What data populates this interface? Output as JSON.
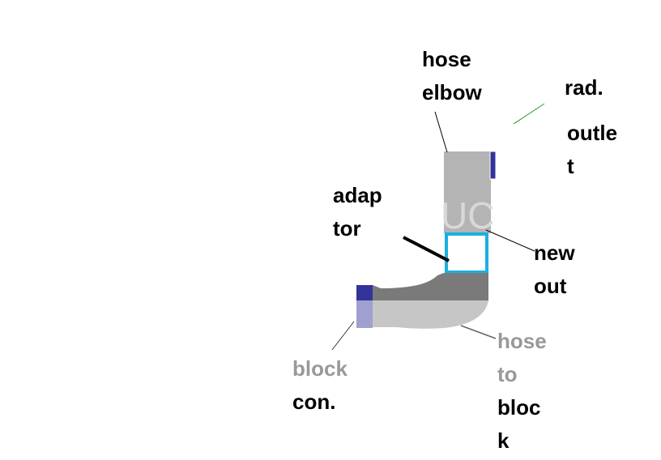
{
  "labels": {
    "hose_elbow": [
      "hose",
      "elbow"
    ],
    "rad_outlet": [
      "rad.",
      "outle",
      "t"
    ],
    "adaptor": [
      "adap",
      "tor"
    ],
    "new_out": [
      "new",
      "out"
    ],
    "block_con": [
      "block",
      "con."
    ],
    "hose_to_block": [
      "hose",
      "to",
      "bloc",
      "k"
    ]
  },
  "watermark": "UC",
  "colors": {
    "hose_upper": "#b4b4b4",
    "hose_dark": "#7a7a7a",
    "hose_light": "#c6c6c6",
    "connector_blue": "#33339a",
    "connector_light": "#a0a0d0",
    "adaptor_cyan": "#1ab0e0",
    "gray_text": "#999999"
  }
}
